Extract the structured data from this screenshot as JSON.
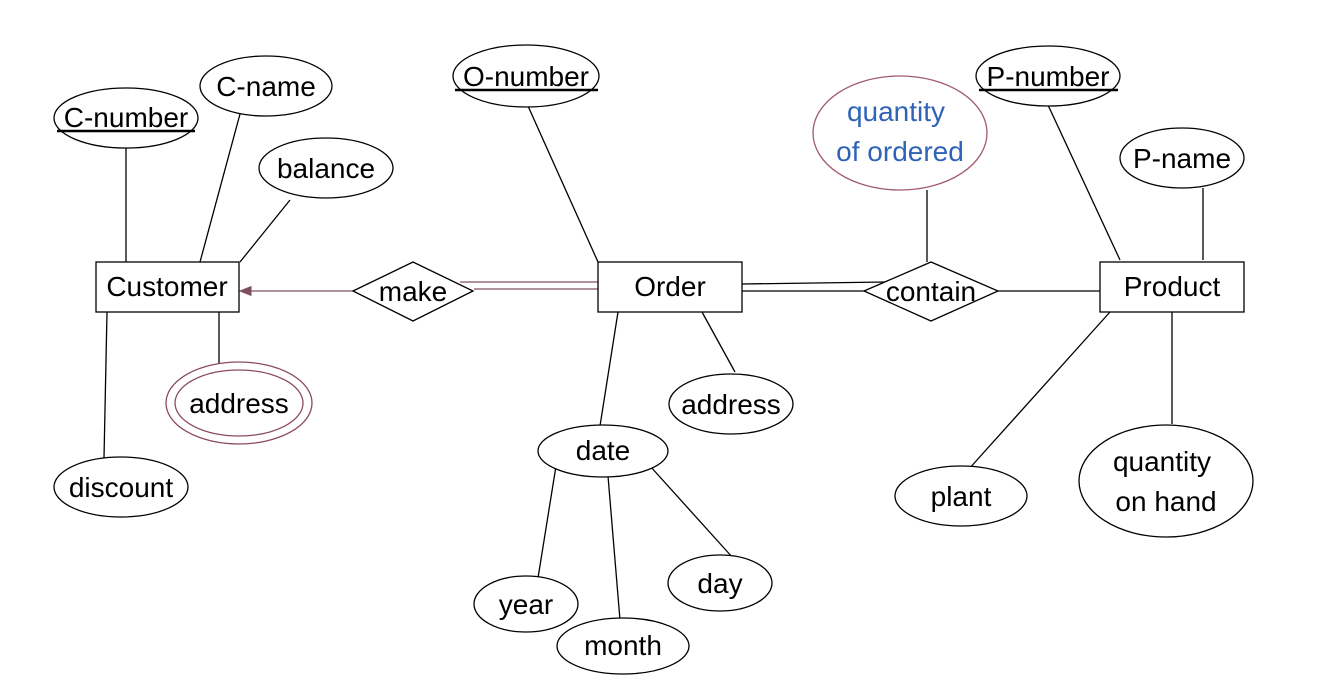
{
  "entities": {
    "customer": "Customer",
    "order": "Order",
    "product": "Product"
  },
  "relationships": {
    "make": "make",
    "contain": "contain"
  },
  "attributes": {
    "c_number": "C-number",
    "c_name": "C-name",
    "balance": "balance",
    "customer_address": "address",
    "discount": "discount",
    "o_number": "O-number",
    "order_address": "address",
    "date": "date",
    "year": "year",
    "month": "month",
    "day": "day",
    "quantity_ordered_line1": "quantity",
    "quantity_ordered_line2": "of ordered",
    "p_number": "P-number",
    "p_name": "P-name",
    "plant": "plant",
    "quantity_on_hand_line1": "quantity",
    "quantity_on_hand_line2": "on hand"
  },
  "colors": {
    "highlight_text": "#2f63b8",
    "highlight_outline": "#a05a70"
  }
}
